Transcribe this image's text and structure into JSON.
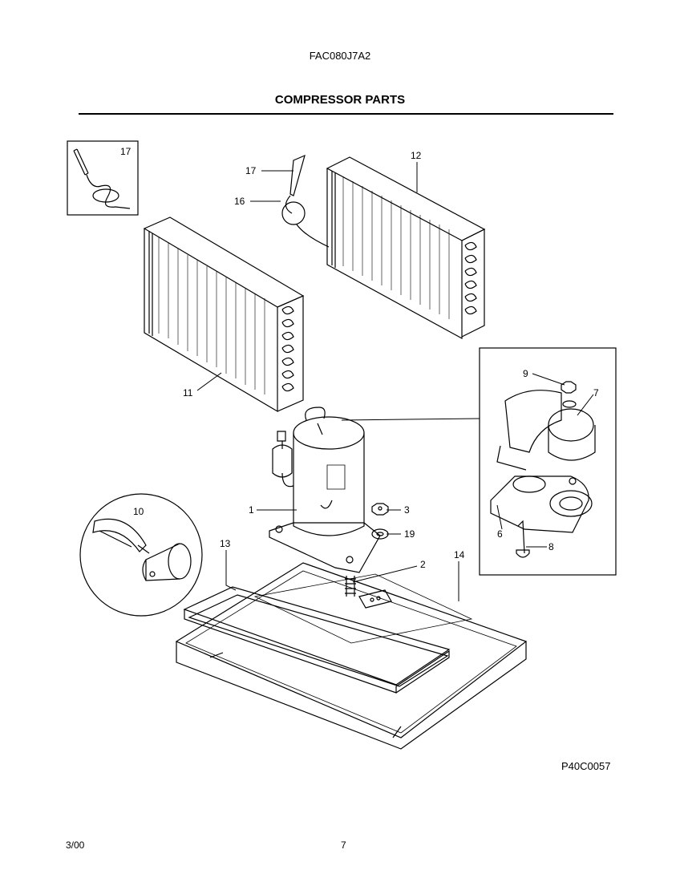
{
  "header": {
    "model": "FAC080J7A2",
    "title": "COMPRESSOR PARTS"
  },
  "footer": {
    "diagram_code": "P40C0057",
    "date": "3/00",
    "page_number": "7"
  },
  "callouts": {
    "c17_inset": "17",
    "c17": "17",
    "c16": "16",
    "c12": "12",
    "c11": "11",
    "c9": "9",
    "c7": "7",
    "c6": "6",
    "c8": "8",
    "c1": "1",
    "c3": "3",
    "c19": "19",
    "c10": "10",
    "c13": "13",
    "c2": "2",
    "c14": "14"
  }
}
